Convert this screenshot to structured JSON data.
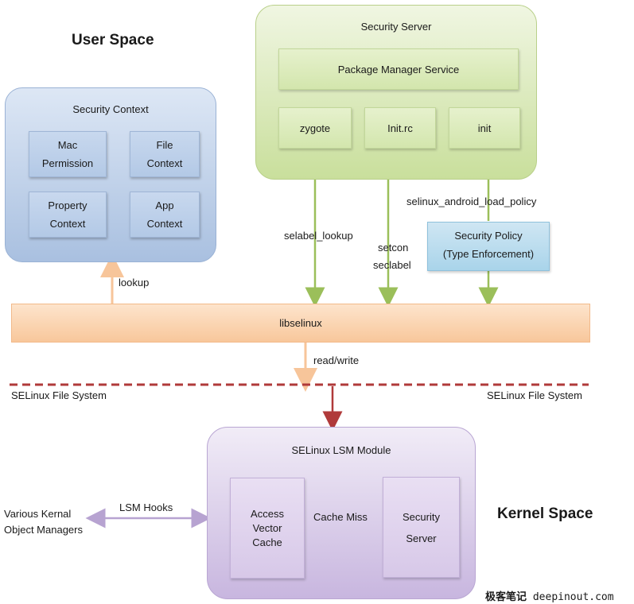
{
  "headings": {
    "user_space": "User Space",
    "kernel_space": "Kernel Space"
  },
  "security_context": {
    "title": "Security Context",
    "items": [
      "Mac\nPermission",
      "File\nContext",
      "Property\nContext",
      "App\nContext"
    ]
  },
  "security_server_top": {
    "title": "Security Server",
    "package_manager": "Package Manager Service",
    "items": [
      "zygote",
      "Init.rc",
      "init"
    ]
  },
  "security_policy": {
    "line1": "Security Policy",
    "line2": "(Type Enforcement)"
  },
  "libselinux": "libselinux",
  "edge_labels": {
    "lookup": "lookup",
    "selabel_lookup": "selabel_lookup",
    "setcon": "setcon",
    "seclabel": "seclabel",
    "load_policy": "selinux_android_load_policy",
    "read_write": "read/write",
    "lsm_hooks": "LSM Hooks",
    "cache_miss": "Cache Miss"
  },
  "fs_labels": {
    "left": "SELinux File System",
    "right": "SELinux File System"
  },
  "lsm_module": {
    "title": "SELinux LSM Module",
    "avc": "Access\n\nVector\n\nCache",
    "security_server": "Security\n\n\nServer"
  },
  "object_managers": "Various Kernal\nObject Managers",
  "watermark": {
    "cn": "极客笔记",
    "url": "deepinout.com"
  },
  "colors": {
    "orange_arrow": "#f7c59a",
    "green_arrow": "#9bbf5a",
    "red_arrow": "#b03a3a",
    "purple_arrow": "#b7a3d1"
  }
}
